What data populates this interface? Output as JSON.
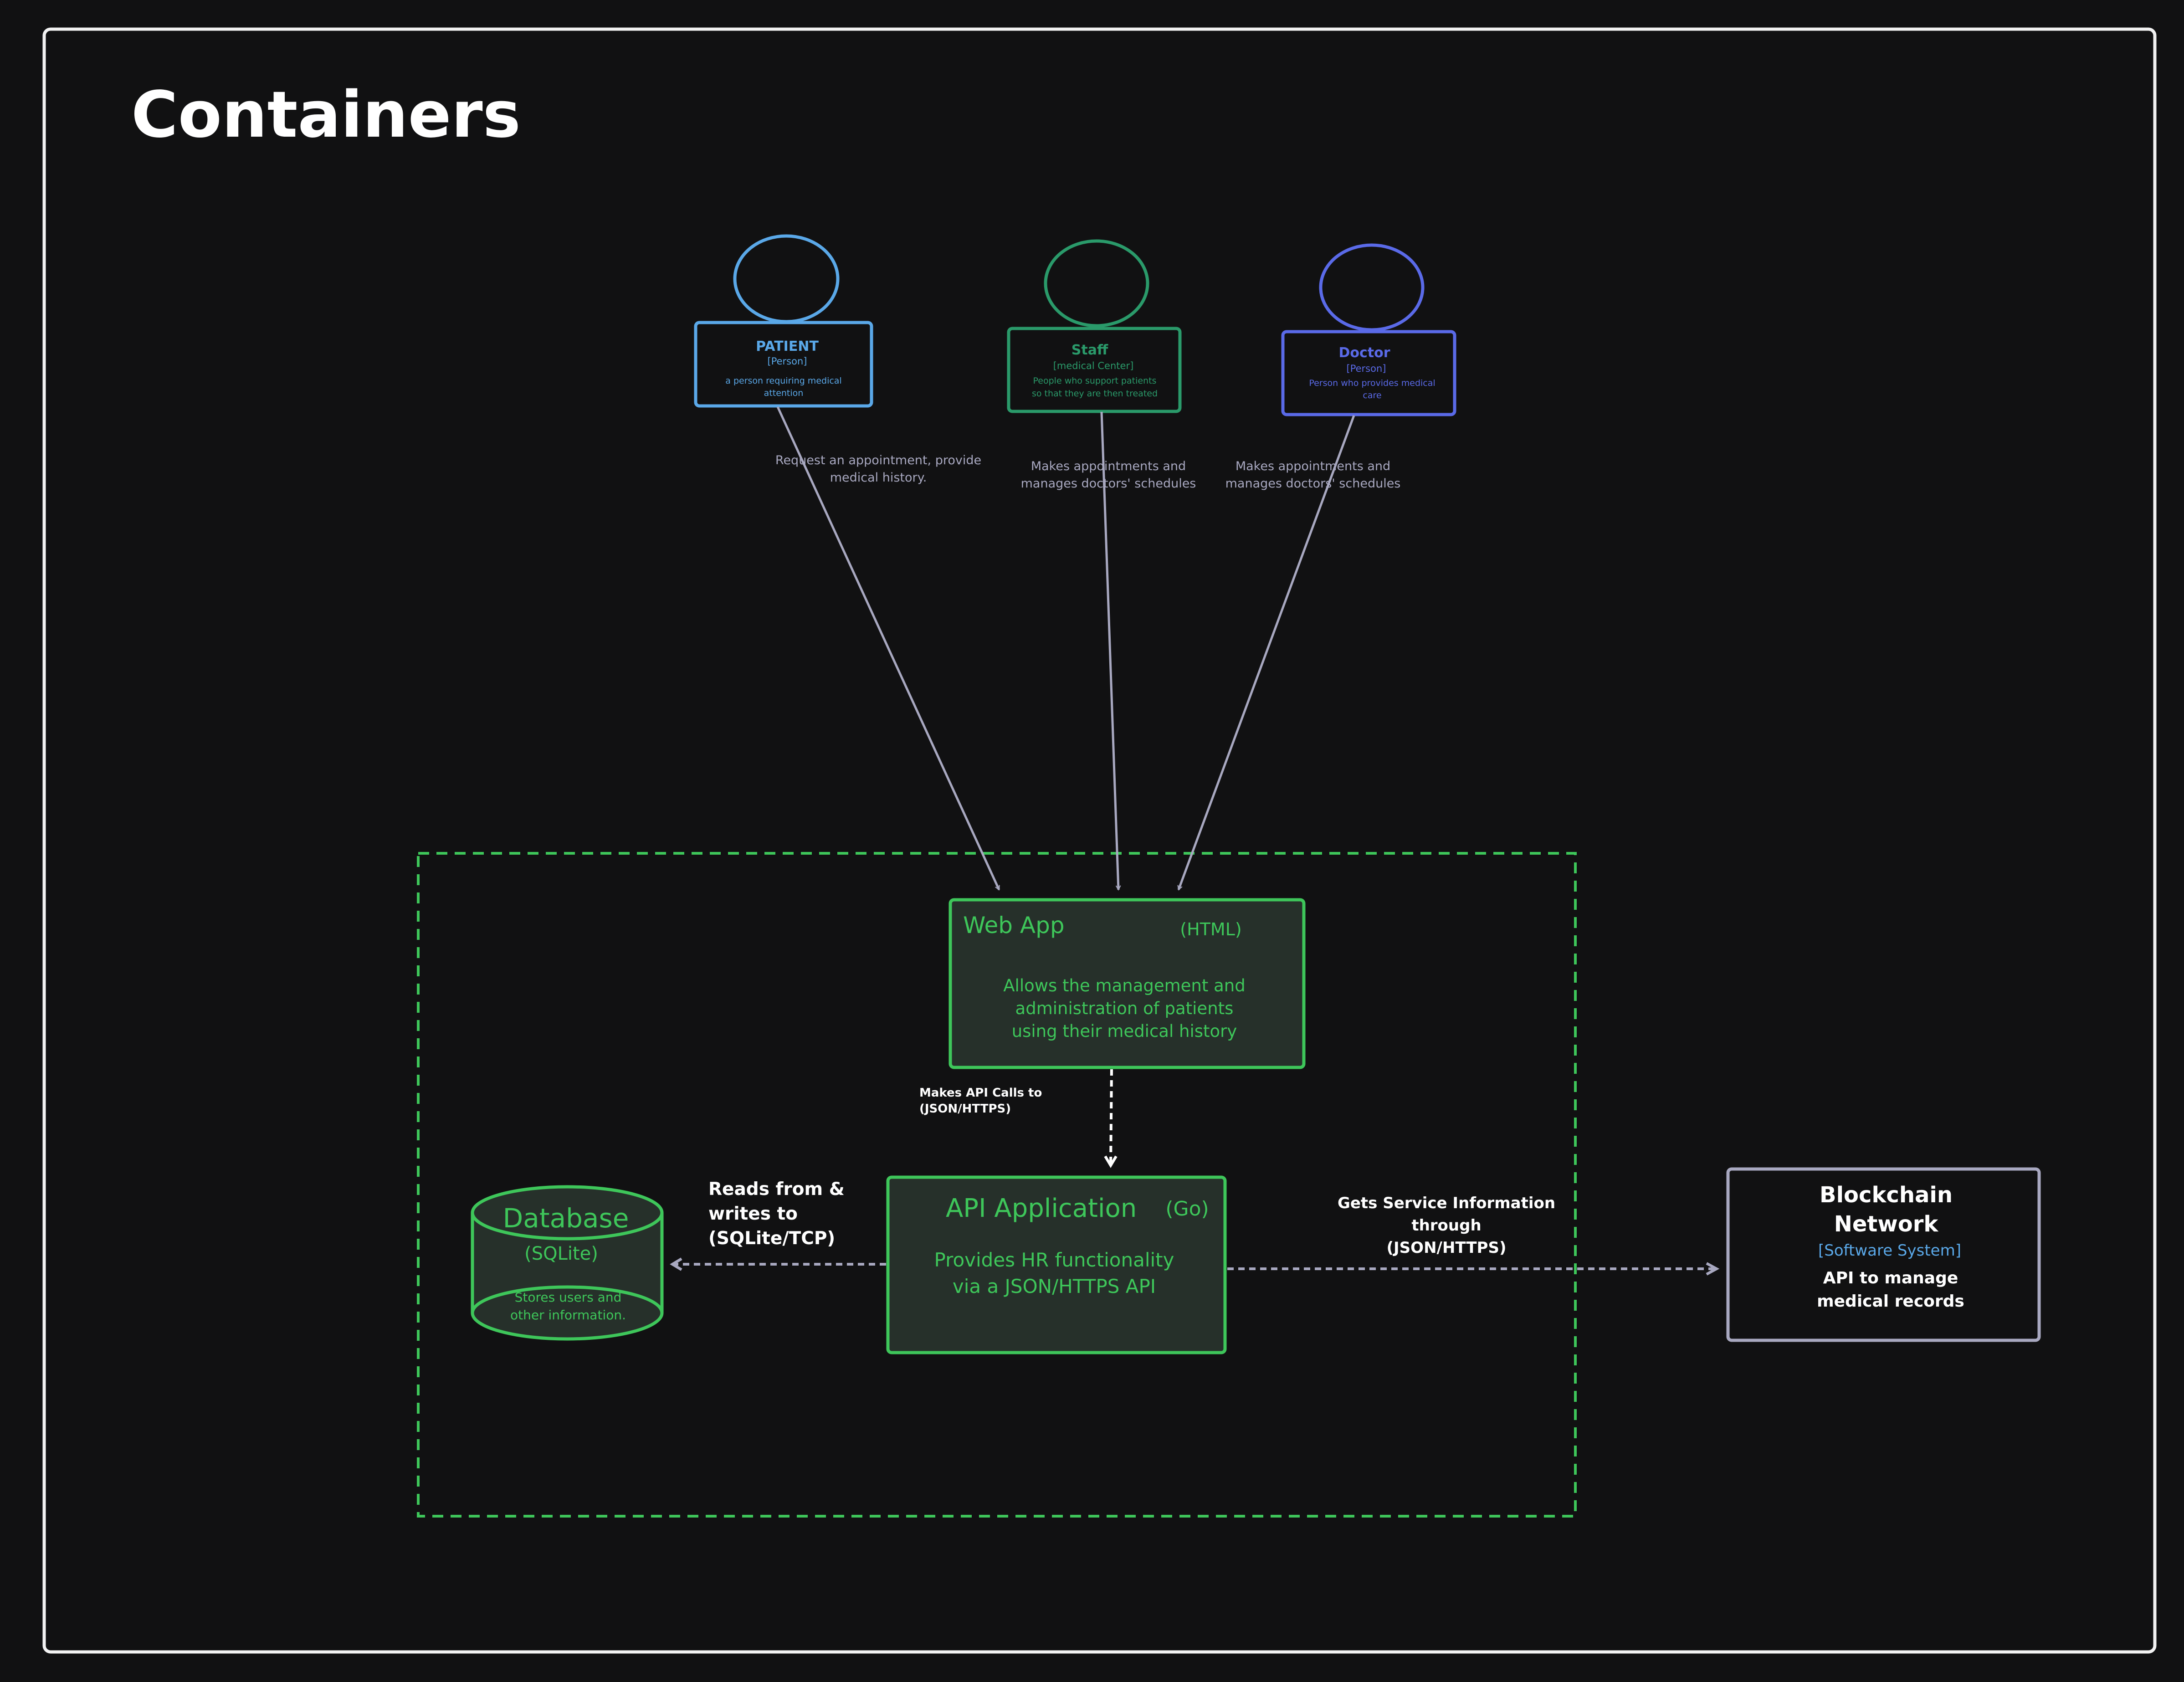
{
  "title": "Containers",
  "colors": {
    "background": "#111112",
    "frame": "#f2f2f2",
    "patient": "#5aa8e8",
    "staff": "#2a9a6a",
    "doctor": "#5a6ae8",
    "container": "#3ec65a",
    "container_fill": "#26302a",
    "boundary": "#3ec65a",
    "arrow": "#a8a8c0",
    "white": "#ffffff",
    "external_border": "#a8a8c0",
    "external_tag": "#5aa8e8"
  },
  "people": [
    {
      "name": "PATIENT",
      "tag": "[Person]",
      "desc_lines": [
        "a person requiring medical",
        "attention"
      ]
    },
    {
      "name": "Staff",
      "tag": "[medical Center]",
      "desc_lines": [
        "People who support patients",
        "so that they are then treated"
      ]
    },
    {
      "name": "Doctor",
      "tag": "[Person]",
      "desc_lines": [
        "Person who provides medical",
        "care"
      ]
    }
  ],
  "relations": {
    "patient_webapp": [
      "Request an appointment, provide",
      "medical history."
    ],
    "staff_webapp": [
      "Makes appointments and",
      "manages doctors' schedules"
    ],
    "doctor_webapp": [
      "Makes appointments and",
      "manages doctors' schedules"
    ],
    "webapp_api": [
      "Makes API Calls to",
      "(JSON/HTTPS)"
    ],
    "api_db": [
      "Reads from &",
      "writes to",
      "(SQLite/TCP)"
    ],
    "api_blockchain": [
      "Gets Service Information",
      "through",
      "(JSON/HTTPS)"
    ]
  },
  "webapp": {
    "name": "Web App",
    "tech": "(HTML)",
    "desc_lines": [
      "Allows the management and",
      "administration of patients",
      "using their medical history"
    ]
  },
  "api": {
    "name": "API Application",
    "tech": "(Go)",
    "desc_lines": [
      "Provides HR functionality",
      "via a JSON/HTTPS API"
    ]
  },
  "database": {
    "name": "Database",
    "tech": "(SQLite)",
    "desc_lines": [
      "Stores users and",
      "other information."
    ]
  },
  "blockchain": {
    "name_lines": [
      "Blockchain",
      "Network"
    ],
    "tag": "[Software System]",
    "desc_lines": [
      "API to manage",
      "medical records"
    ]
  }
}
